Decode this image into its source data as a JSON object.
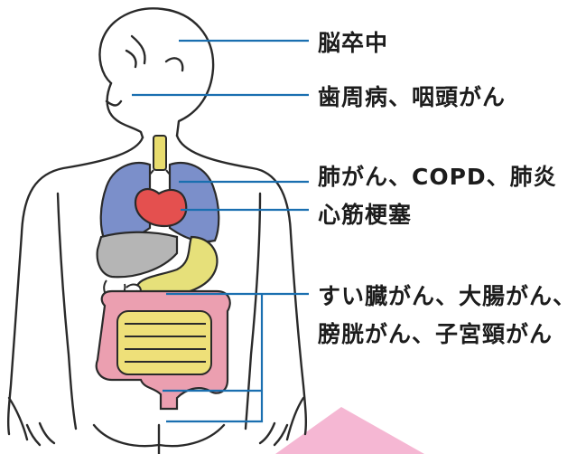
{
  "colors": {
    "outline": "#2a2a2a",
    "leader": "#1a6fb0",
    "lung": "#7b8fca",
    "heart": "#e4504f",
    "liver": "#b5b5b5",
    "stomach": "#e6e07a",
    "large_intestine": "#eb9fb0",
    "small_intestine": "#eee079",
    "trachea": "#e8dc6e",
    "accent_shape": "#f5b7d3"
  },
  "labels": {
    "stroke": "脳卒中",
    "oral": "歯周病、咽頭がん",
    "respiratory_1": "肺がん、COPD、肺炎",
    "respiratory_2": "心筋梗塞",
    "abdominal_1": "すい臓がん、大腸がん、",
    "abdominal_2": "膀胱がん、子宮頸がん"
  }
}
